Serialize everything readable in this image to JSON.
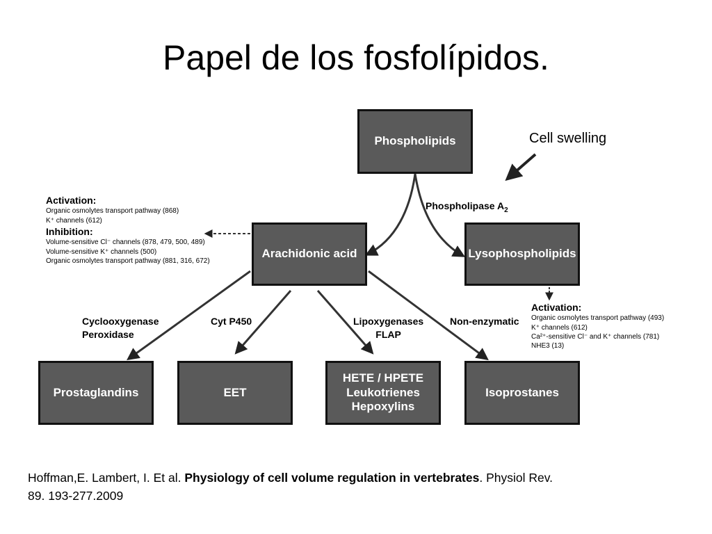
{
  "title": "Papel de los fosfolípidos.",
  "diagram": {
    "nodes": {
      "phospholipids": "Phospholipids",
      "arachidonic_acid": "Arachidonic acid",
      "lysophospholipids": "Lysophospholipids",
      "prostaglandins": "Prostaglandins",
      "eet": "EET",
      "hete": "HETE / HPETE\nLeukotrienes\nHepoxylins",
      "isoprostanes": "Isoprostanes"
    },
    "edges": {
      "cell_swelling": "Cell swelling",
      "phospholipase": "Phospholipase A",
      "phospholipase_sub": "2",
      "cyclooxygenase": "Cyclooxygenase\nPeroxidase",
      "cyt_p450": "Cyt P450",
      "lipoxygenases": "Lipoxygenases\nFLAP",
      "non_enzymatic": "Non-enzymatic"
    },
    "left_note": {
      "activation_head": "Activation:",
      "activation_items": [
        "Organic osmolytes transport pathway (868)",
        "K⁺ channels (612)"
      ],
      "inhibition_head": "Inhibition:",
      "inhibition_items": [
        "Volume-sensitive Cl⁻ channels (878, 479, 500, 489)",
        "Volume-sensitive K⁺ channels (500)",
        "Organic osmolytes transport pathway (881, 316, 672)"
      ]
    },
    "right_note": {
      "activation_head": "Activation:",
      "activation_items": [
        "Organic osmolytes transport pathway (493)",
        "K⁺ channels (612)",
        "Ca²⁺-sensitive Cl⁻ and K⁺ channels (781)",
        "NHE3 (13)"
      ]
    }
  },
  "citation": {
    "authors": "Hoffman,E. Lambert, I. Et al.",
    "article_title": "Physiology of cell volume regulation in vertebrates",
    "journal": ". Physiol Rev. 89. 193-277.2009"
  }
}
